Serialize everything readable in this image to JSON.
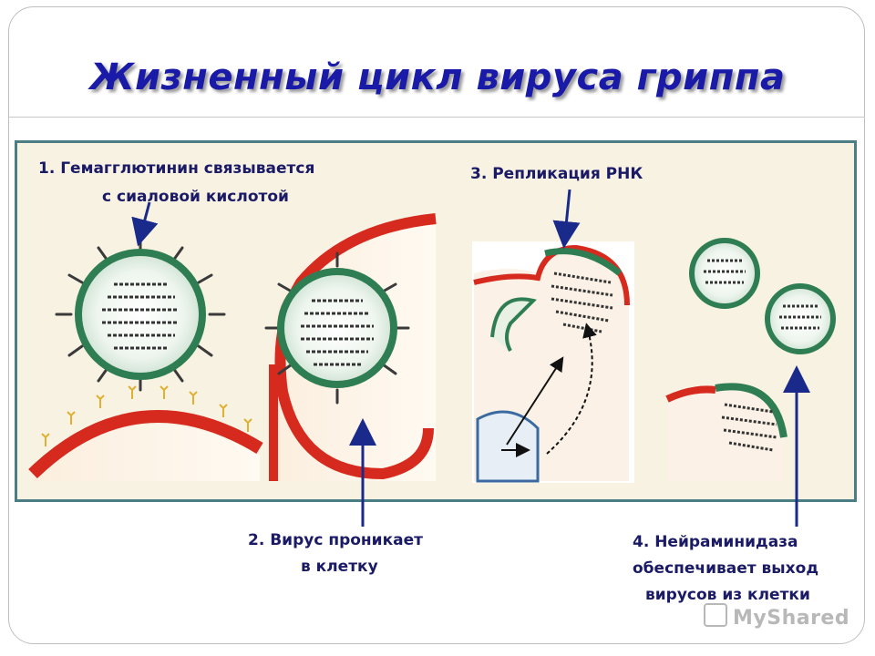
{
  "title": "Жизненный цикл вируса гриппа",
  "steps": [
    {
      "lines": [
        "1.  Гемагглютинин связывается",
        "с сиаловой кислотой"
      ]
    },
    {
      "lines": [
        "2. Вирус проникает",
        "в клетку"
      ]
    },
    {
      "lines": [
        "3. Репликация РНК"
      ]
    },
    {
      "lines": [
        "4. Нейраминидаза",
        "обеспечивает выход",
        "вирусов из клетки"
      ]
    }
  ],
  "watermark": "MyShared",
  "colors": {
    "title": "#1a1aa8",
    "panel_border": "#4a7e84",
    "panel_bg": "#f8f2e3",
    "membrane_red": "#d62a1e",
    "virus_green": "#2f7d52",
    "arrow": "#1a2a8a"
  }
}
